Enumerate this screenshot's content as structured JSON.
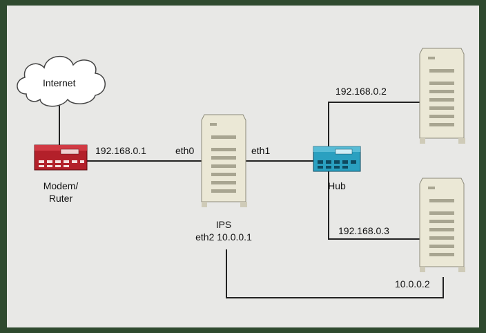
{
  "diagram": {
    "cloud_label": "Internet",
    "modem_label_line1": "Modem/",
    "modem_label_line2": "Ruter",
    "hub_label": "Hub",
    "ips_label_line1": "IPS",
    "ips_label_line2": "eth2 10.0.0.1",
    "link_modem_ip": "192.168.0.1",
    "link_eth0": "eth0",
    "link_eth1": "eth1",
    "server_top_ip": "192.168.0.2",
    "server_bottom_ip": "192.168.0.3",
    "server_bottom_eth2_ip": "10.0.0.2"
  },
  "colors": {
    "border": "#2f4a2f",
    "background": "#e8e8e6",
    "modem": "#b3202a",
    "hub": "#2aa0c0",
    "server": "#e9e6d4",
    "line": "#222222"
  }
}
